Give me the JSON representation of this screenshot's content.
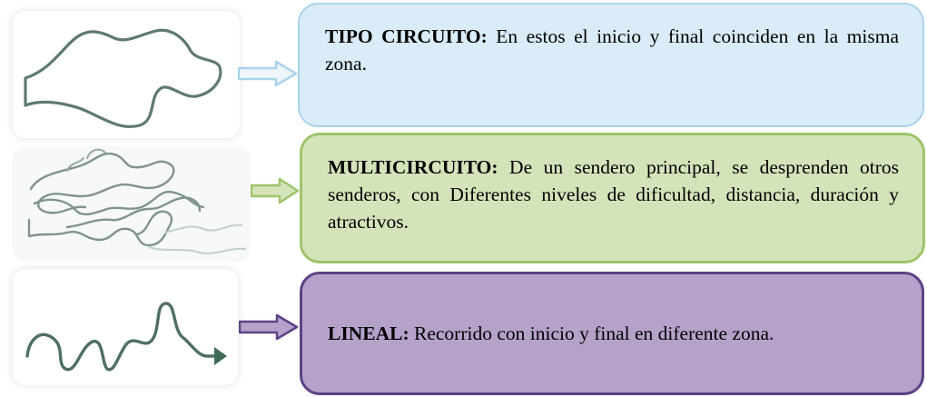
{
  "items": [
    {
      "title": "TIPO CIRCUITO:",
      "text": " En estos el inicio y final coinciden en la misma zona.",
      "color": "#d9ecf7",
      "border": "#a9d3e9",
      "icon": "circuit-loop-icon"
    },
    {
      "title": "MULTICIRCUITO:",
      "text": " De un sendero principal, se desprenden otros senderos, con Diferentes niveles de dificultad, distancia, duración y atractivos.",
      "color": "#d4e3ba",
      "border": "#9fc36b",
      "icon": "multi-circuit-icon"
    },
    {
      "title": "LINEAL:",
      "text": " Recorrido con inicio y final en diferente zona.",
      "color": "#b5a2ca",
      "border": "#5c4285",
      "icon": "linear-path-icon"
    }
  ]
}
